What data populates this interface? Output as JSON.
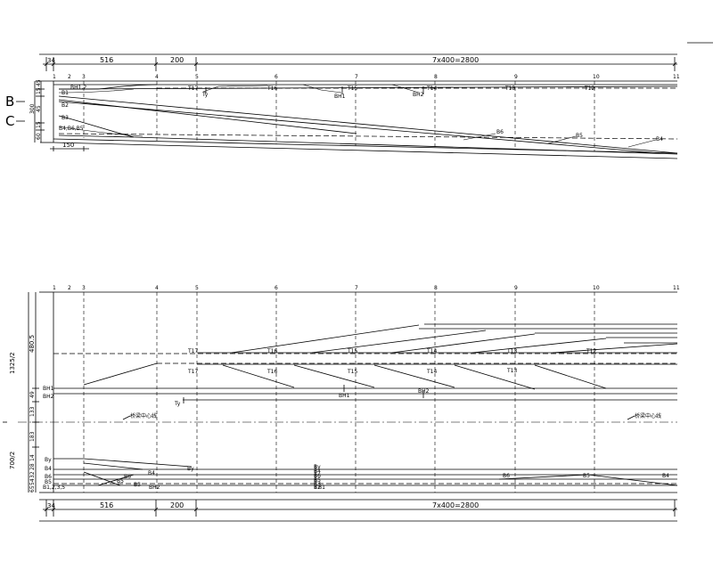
{
  "dimension_rows": {
    "top": [
      "34",
      "516",
      "200",
      "7x400=2800"
    ],
    "bottom": [
      "34",
      "516",
      "200",
      "7x400=2800"
    ]
  },
  "section_numbers": [
    "1",
    "2",
    "3",
    "4",
    "5",
    "6",
    "7",
    "8",
    "9",
    "10",
    "11"
  ],
  "elevation": {
    "section_marks": [
      "B",
      "C"
    ],
    "left_dims": [
      "45",
      "15",
      "300",
      "45",
      "15",
      "60"
    ],
    "bottom_dim": "150",
    "bundle_labels": [
      "BH1,2",
      "B1",
      "B2",
      "B3",
      "B4,B6,B5"
    ],
    "tendon_labels": [
      "T17",
      "Ty",
      "T16",
      "BH1",
      "T15",
      "T14",
      "BH2",
      "T13",
      "T12"
    ],
    "bottom_tendon_labels": [
      "B6",
      "B5",
      "B4"
    ]
  },
  "plan": {
    "left_dims": [
      "1325/2",
      "480.5",
      "49",
      "133",
      "183",
      "700/2"
    ],
    "left_small_dims": [
      "14",
      "28",
      "32",
      "54",
      "65"
    ],
    "upper_labels": [
      "T17",
      "T16",
      "T15",
      "T14",
      "T13",
      "T12"
    ],
    "lower_labels": [
      "T17",
      "T16",
      "T15",
      "T14",
      "T13"
    ],
    "side_labels": [
      "BH1",
      "BH2",
      "Ty"
    ],
    "web_labels": [
      "BH1",
      "BH2"
    ],
    "centerline_labels": [
      "桥梁中心线",
      "桥梁中心线"
    ],
    "bottom_side_labels": [
      "By",
      "B4",
      "B6",
      "B5",
      "B1,2,3,5"
    ],
    "bottom_slab_labels": [
      "B4",
      "By",
      "B6",
      "B5",
      "B3",
      "BH2"
    ],
    "stack_labels": [
      "By",
      "B4",
      "B6",
      "B5",
      "B3",
      "B2",
      "B1"
    ],
    "right_labels": [
      "B6",
      "B5",
      "B4"
    ]
  }
}
